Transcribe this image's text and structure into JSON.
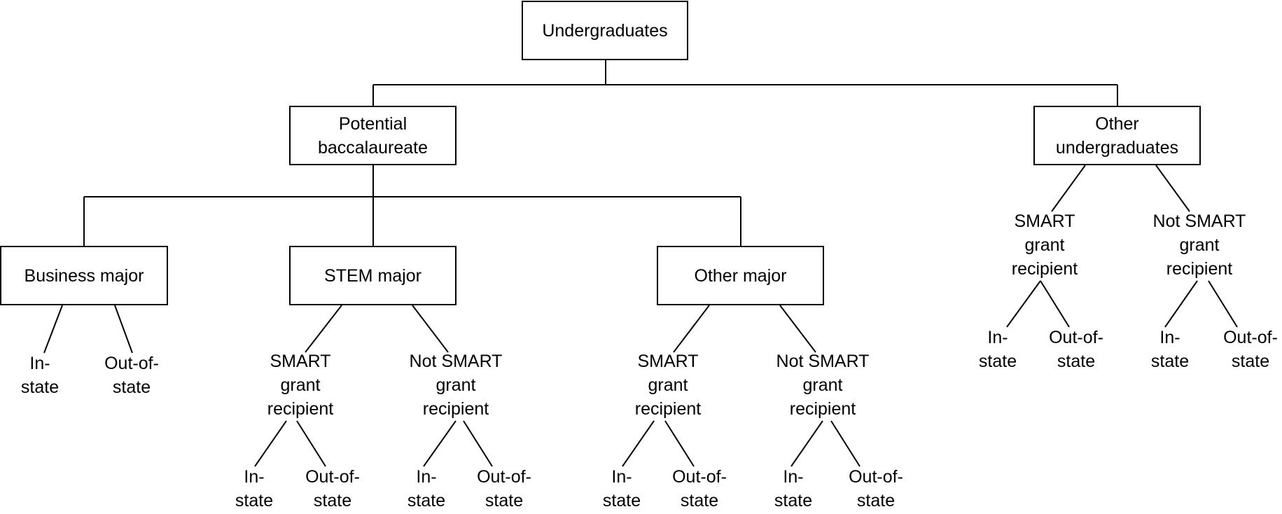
{
  "root": {
    "label": "Undergraduates"
  },
  "potential": {
    "lines": [
      "Potential",
      "baccalaureate"
    ],
    "business": {
      "label": "Business major",
      "in_state": [
        "In-",
        "state"
      ],
      "out_state": [
        "Out-of-",
        "state"
      ]
    },
    "stem": {
      "label": "STEM major",
      "smart": {
        "lines": [
          "SMART",
          "grant",
          "recipient"
        ],
        "in_state": [
          "In-",
          "state"
        ],
        "out_state": [
          "Out-of-",
          "state"
        ]
      },
      "not_smart": {
        "lines": [
          "Not SMART",
          "grant",
          "recipient"
        ],
        "in_state": [
          "In-",
          "state"
        ],
        "out_state": [
          "Out-of-",
          "state"
        ]
      }
    },
    "other": {
      "label": "Other major",
      "smart": {
        "lines": [
          "SMART",
          "grant",
          "recipient"
        ],
        "in_state": [
          "In-",
          "state"
        ],
        "out_state": [
          "Out-of-",
          "state"
        ]
      },
      "not_smart": {
        "lines": [
          "Not SMART",
          "grant",
          "recipient"
        ],
        "in_state": [
          "In-",
          "state"
        ],
        "out_state": [
          "Out-of-",
          "state"
        ]
      }
    }
  },
  "other_undergrads": {
    "lines": [
      "Other",
      "undergraduates"
    ],
    "smart": {
      "lines": [
        "SMART",
        "grant",
        "recipient"
      ],
      "in_state": [
        "In-",
        "state"
      ],
      "out_state": [
        "Out-of-",
        "state"
      ]
    },
    "not_smart": {
      "lines": [
        "Not SMART",
        "grant",
        "recipient"
      ],
      "in_state": [
        "In-",
        "state"
      ],
      "out_state": [
        "Out-of-",
        "state"
      ]
    }
  }
}
